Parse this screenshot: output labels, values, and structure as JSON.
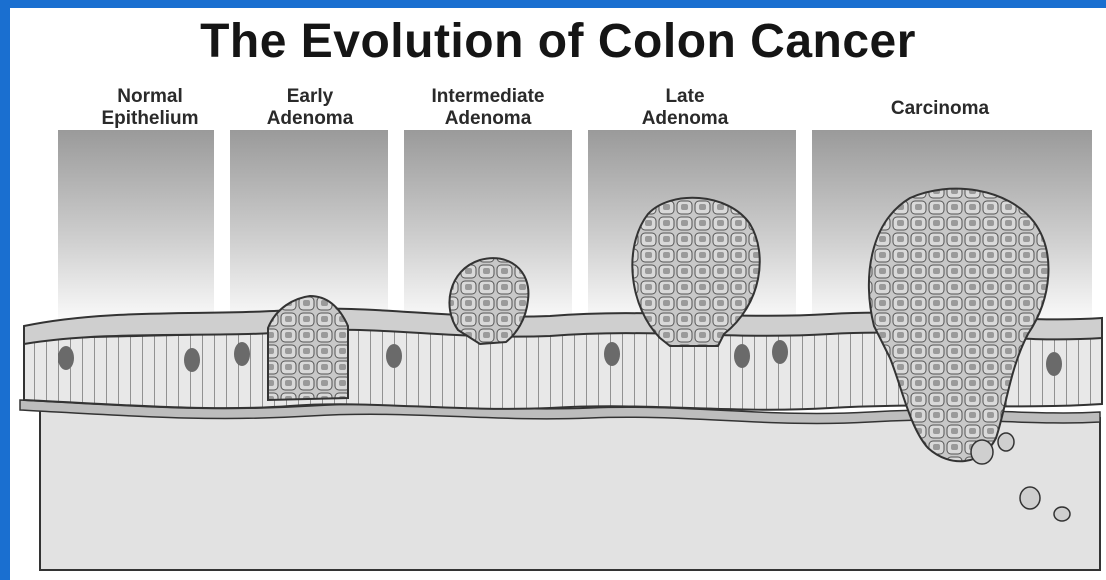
{
  "title": "The Evolution of Colon Cancer",
  "stages": [
    {
      "line1": "Normal",
      "line2": "Epithelium"
    },
    {
      "line1": "Early",
      "line2": "Adenoma"
    },
    {
      "line1": "Intermediate",
      "line2": "Adenoma"
    },
    {
      "line1": "Late",
      "line2": "Adenoma"
    },
    {
      "line1": "Carcinoma",
      "line2": ""
    }
  ],
  "colors": {
    "frame_border": "#1a6fd0",
    "tissue": "#d6d6d6",
    "submucosa": "#e4e4e4",
    "ink": "#3a3a3a"
  }
}
